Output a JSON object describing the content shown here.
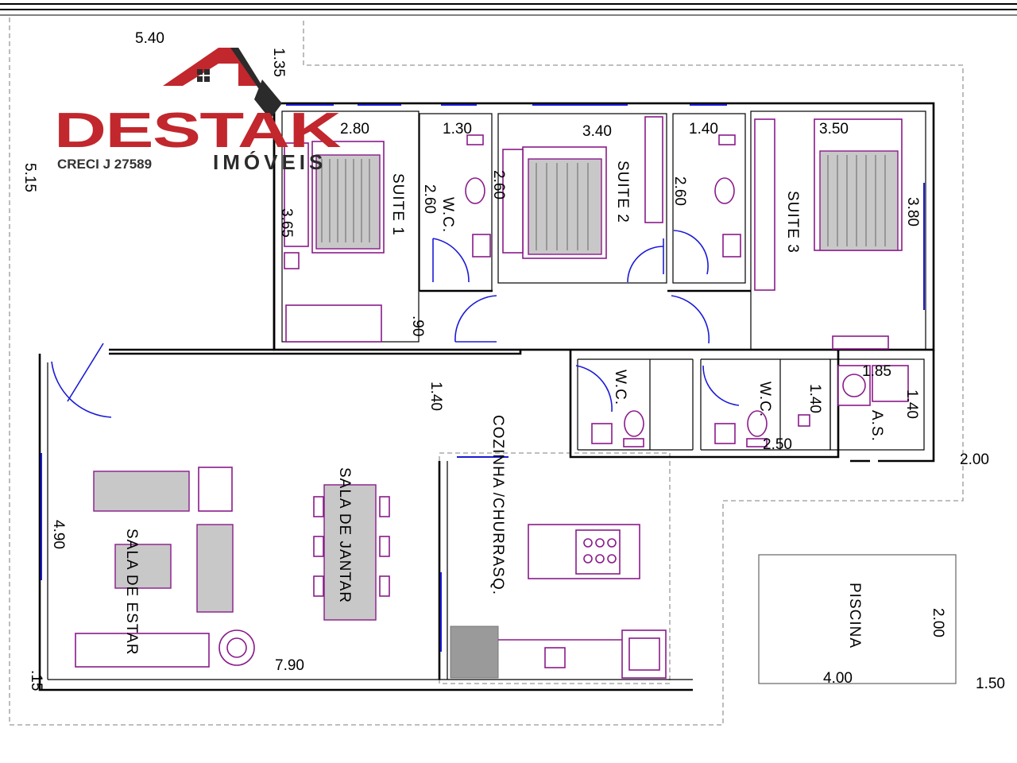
{
  "logo": {
    "brand": "DESTAK",
    "creci": "CRECI J 27589",
    "tagline": "IMÓVEIS",
    "colors": {
      "red": "#c1272d",
      "dark": "#2b2b2b"
    }
  },
  "rooms": {
    "suite1": "SUITE 1",
    "suite2": "SUITE 2",
    "suite3": "SUITE 3",
    "wc1": "W.C.",
    "wc2": "W.C.",
    "wc3": "W.C.",
    "as": "A.S.",
    "kitchen": "COZINHA /CHURRASQ.",
    "living": "SALA DE ESTAR",
    "dining": "SALA DE JANTAR",
    "pool": "PISCINA"
  },
  "dimensions": {
    "d540": "5.40",
    "d135": "1.35",
    "d515": "5.15",
    "d280": "2.80",
    "d365": "3.65",
    "d130": "1.30",
    "d260a": "2.60",
    "d260b": "2.60",
    "d340": "3.40",
    "d260c": "2.60",
    "d140a": "1.40",
    "d350": "3.50",
    "d380": "3.80",
    "d090": ".90",
    "d140b": "1.40",
    "d185": "1.85",
    "d140c": "1.40",
    "d140d": "1.40",
    "d250": "2.50",
    "d200a": "2.00",
    "d490": "4.90",
    "d790": "7.90",
    "d015": ".15",
    "d200b": "2.00",
    "d400": "4.00",
    "d150": "1.50"
  },
  "colors": {
    "walls": "#000000",
    "windows_doors": "#1b1bd6",
    "furniture": "#8a1a8a",
    "lot_outline": "#999999"
  }
}
